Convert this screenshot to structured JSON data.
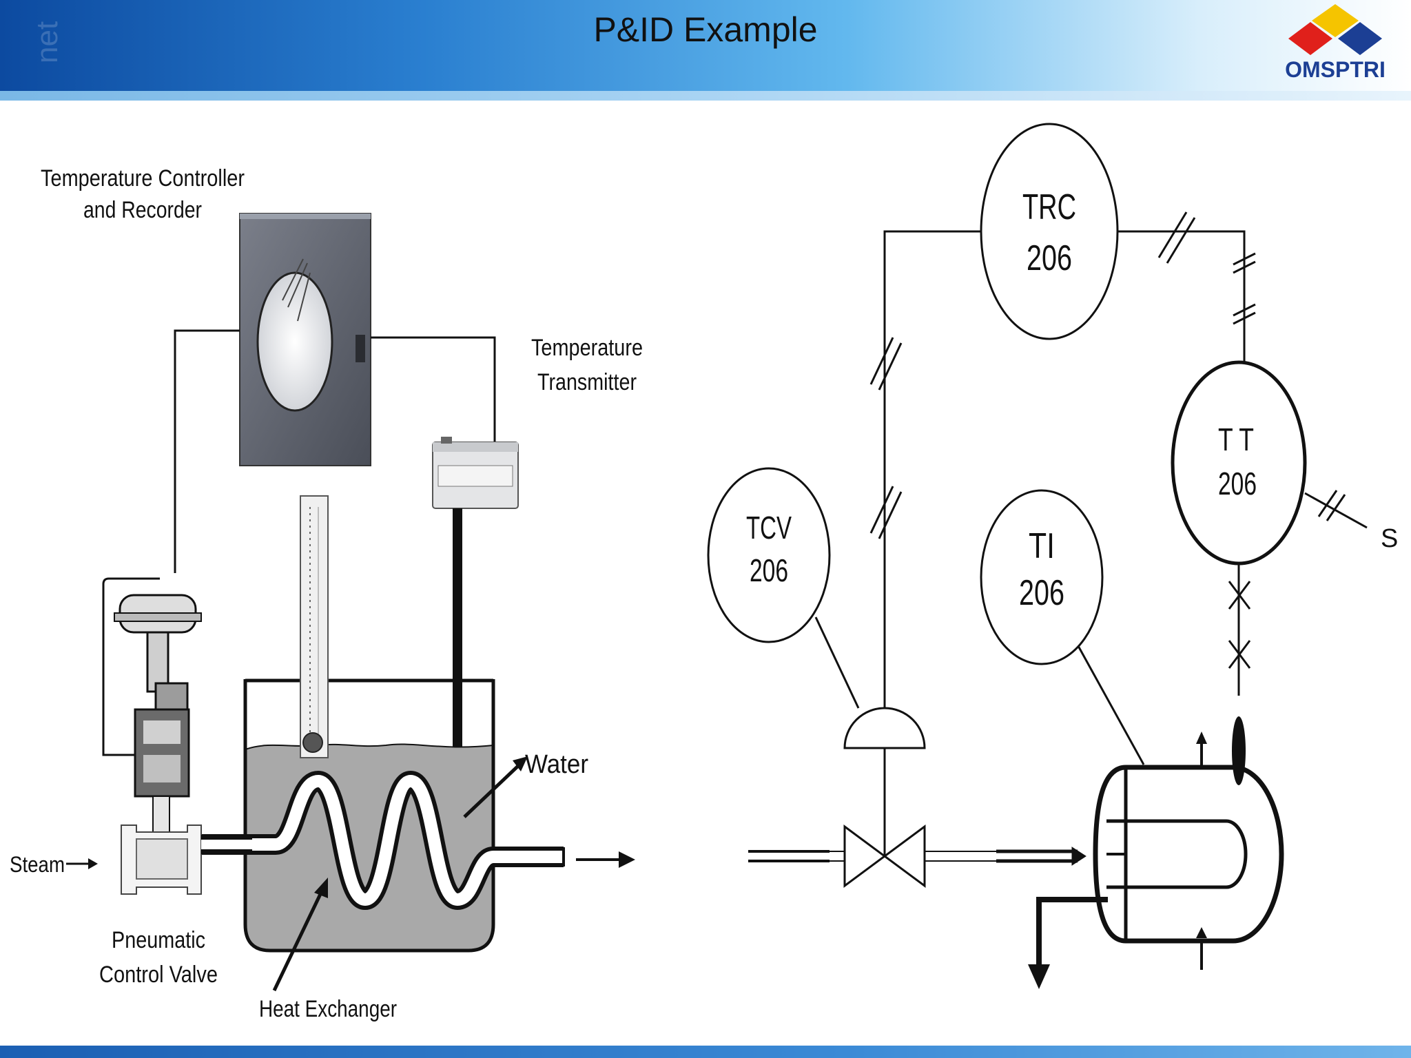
{
  "slide": {
    "title": "P&ID Example",
    "brand": "OMSPTRI",
    "watermark": "net"
  },
  "physical_diagram": {
    "labels": {
      "controller": [
        "Temperature Controller",
        "and Recorder"
      ],
      "transmitter": [
        "Temperature",
        "Transmitter"
      ],
      "water": "Water",
      "steam": "Steam",
      "valve": [
        "Pneumatic",
        "Control Valve"
      ],
      "exchanger": "Heat Exchanger"
    }
  },
  "pid_diagram": {
    "instruments": [
      {
        "id": "trc",
        "tag": "TRC",
        "number": "206"
      },
      {
        "id": "tt",
        "tag": "T T",
        "number": "206"
      },
      {
        "id": "tcv",
        "tag": "TCV",
        "number": "206"
      },
      {
        "id": "ti",
        "tag": "TI",
        "number": "206"
      }
    ],
    "signal_label": "S"
  },
  "colors": {
    "header_dark": "#0c4aa0",
    "header_light": "#62b8ee",
    "logo_yellow": "#f5c400",
    "logo_red": "#e0201b",
    "logo_blue": "#1c3f94",
    "water_fill": "#a9a9a9"
  }
}
